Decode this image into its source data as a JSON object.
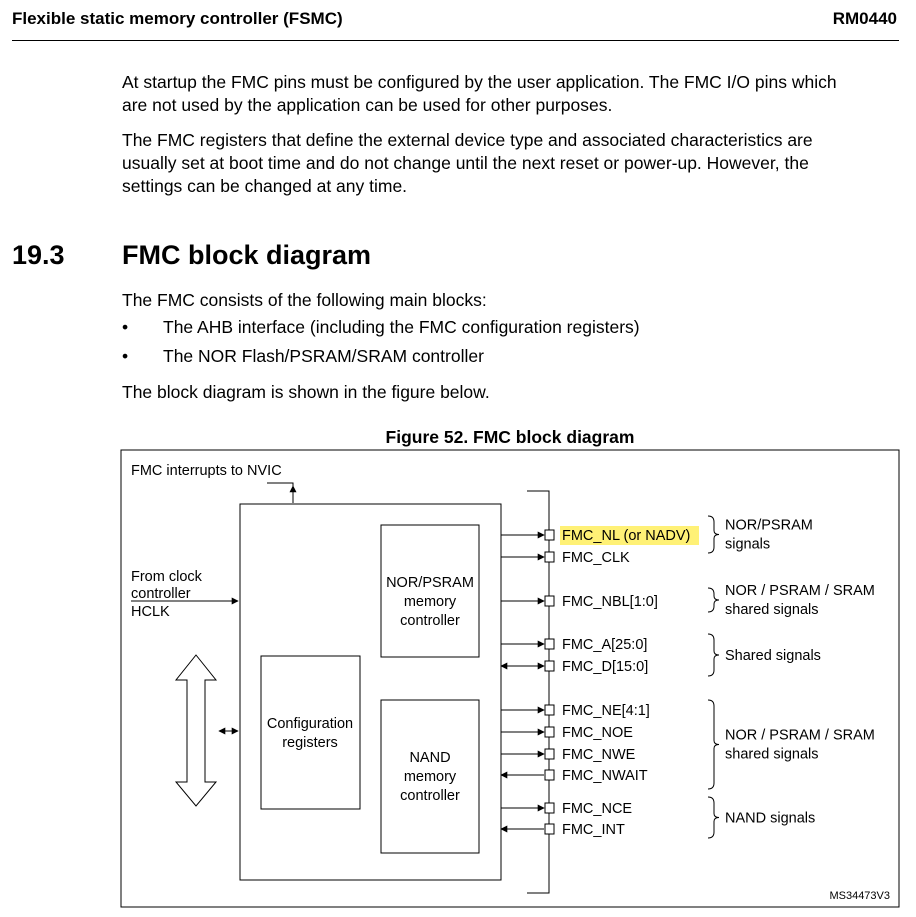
{
  "header": {
    "title": "Flexible static memory controller (FSMC)",
    "doc_id": "RM0440"
  },
  "paragraphs": [
    [
      "At startup the FMC pins must be configured by the user application. The FMC I/O pins which",
      "are not used by the application can be used for other purposes."
    ],
    [
      "The FMC registers that define the external device type and associated characteristics are",
      "usually set at boot time and do not change until the next reset or power-up. However, the",
      "settings can be changed at any time."
    ]
  ],
  "section": {
    "number": "19.3",
    "title": "FMC block diagram",
    "intro": "The FMC consists of the following main blocks:",
    "bullets": [
      "The AHB interface (including the FMC configuration registers)",
      "The NOR Flash/PSRAM/SRAM controller"
    ],
    "bullet_glyph": "•",
    "outro": "The block diagram is shown in the figure below."
  },
  "figure": {
    "title": "Figure 52. FMC block diagram",
    "interrupts_label": "FMC interrupts to NVIC",
    "clock_lines": [
      "From clock",
      "controller",
      "HCLK"
    ],
    "nor_block": [
      "NOR/PSRAM",
      "memory",
      "controller"
    ],
    "nand_block": [
      "NAND",
      "memory",
      "controller"
    ],
    "config_block": [
      "Configuration",
      "registers"
    ],
    "signals": [
      "FMC_NL (or NADV)",
      "FMC_CLK",
      "FMC_NBL[1:0]",
      "FMC_A[25:0]",
      "FMC_D[15:0]",
      "FMC_NE[4:1]",
      "FMC_NOE",
      "FMC_NWE",
      "FMC_NWAIT",
      "FMC_NCE",
      "FMC_INT"
    ],
    "groups": [
      [
        "NOR/PSRAM",
        "signals"
      ],
      [
        "NOR / PSRAM / SRAM",
        "shared signals"
      ],
      [
        "Shared signals"
      ],
      [
        "NOR / PSRAM / SRAM",
        "shared signals"
      ],
      [
        "NAND signals"
      ]
    ],
    "figure_code": "MS34473V3",
    "highlight_color": "#fff176"
  }
}
